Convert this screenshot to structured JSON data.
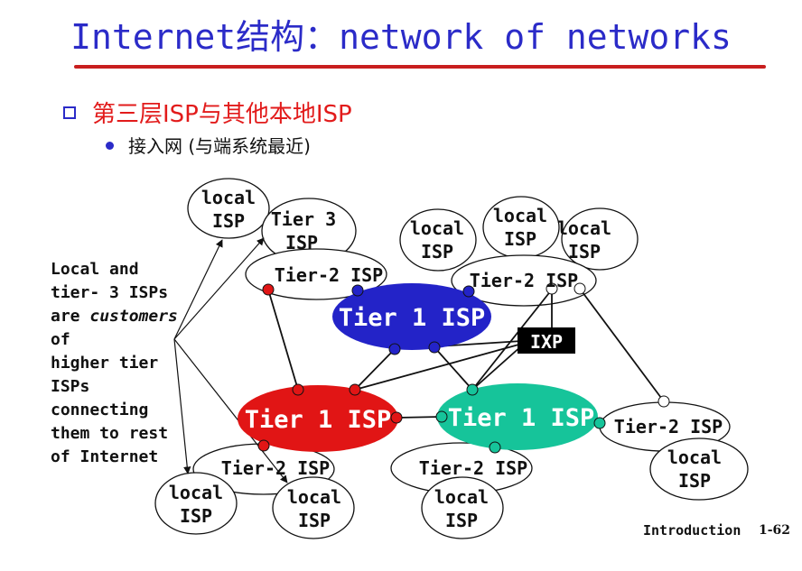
{
  "slide": {
    "title": "Internet结构：network of networks",
    "bullet1": "第三层ISP与其他本地ISP",
    "bullet2": "接入网 (与端系统最近)",
    "caption": {
      "line1": "Local and",
      "line2": "tier- 3 ISPs",
      "line3a": "are ",
      "line3b": "customers",
      "line4": "of",
      "line5": "higher tier",
      "line6": "ISPs",
      "line7": "connecting",
      "line8": "them to rest",
      "line9": "of Internet"
    },
    "footer": {
      "section": "Introduction",
      "page": "1-62"
    }
  },
  "diagram": {
    "local": "local",
    "isp": "ISP",
    "tier3a": "Tier 3",
    "tier3b": "ISP",
    "tier2": "Tier-2 ISP",
    "tier1": "Tier 1 ISP",
    "ixp": "IXP",
    "colors": {
      "blue": "#2323c8",
      "red": "#e11515",
      "green": "#16c49a"
    }
  }
}
